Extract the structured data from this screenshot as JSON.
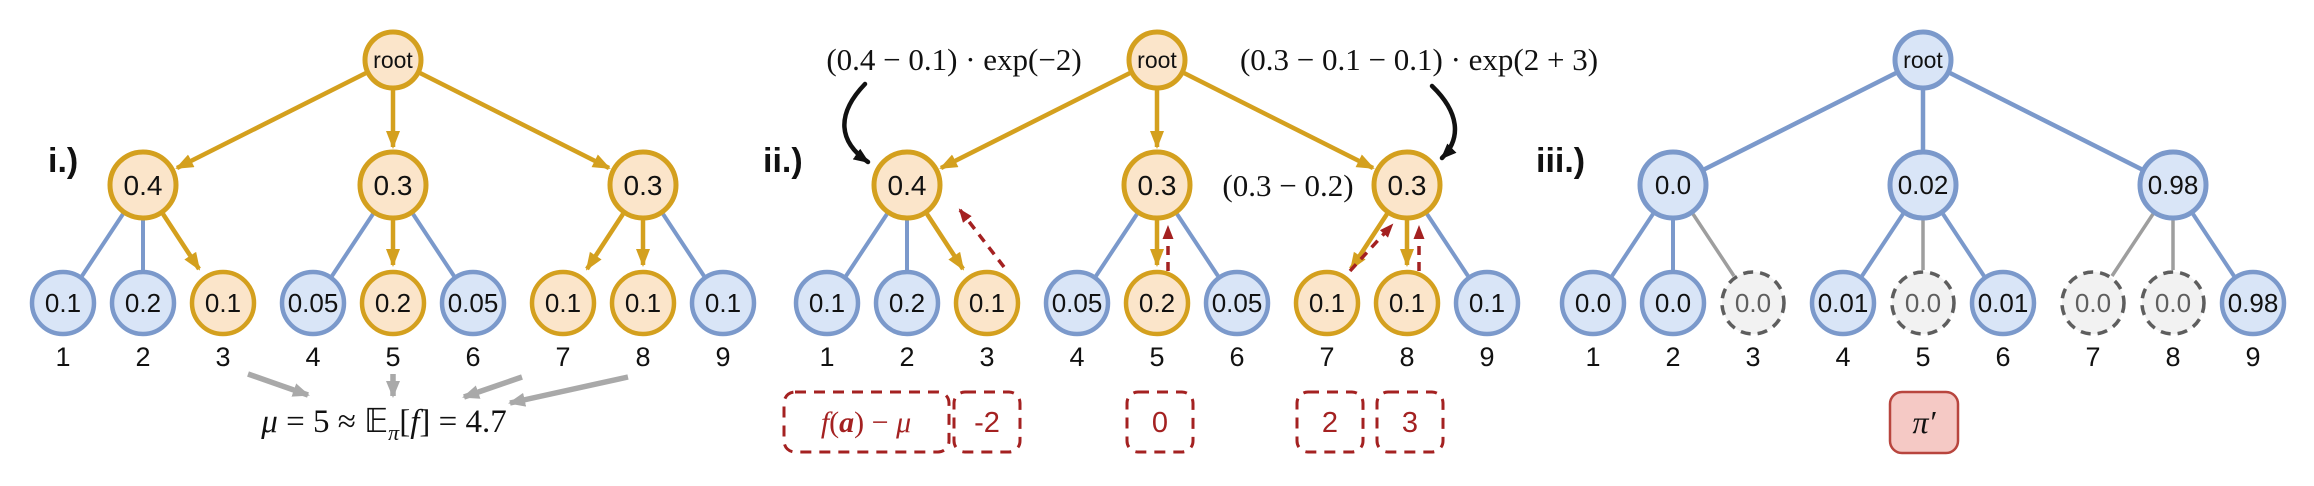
{
  "panels": {
    "i": {
      "label": "i.)",
      "root": "root",
      "mids": [
        "0.4",
        "0.3",
        "0.3"
      ],
      "leaves": [
        "0.1",
        "0.2",
        "0.1",
        "0.05",
        "0.2",
        "0.05",
        "0.1",
        "0.1",
        "0.1"
      ],
      "numbers": [
        "1",
        "2",
        "3",
        "4",
        "5",
        "6",
        "7",
        "8",
        "9"
      ],
      "formula": {
        "mu": "μ",
        "eq": " = 5 ≈ ",
        "E": "𝔼",
        "sub": "π",
        "open": "[",
        "f": "f",
        "rest": "] = 4.7"
      }
    },
    "ii": {
      "label": "ii.)",
      "root": "root",
      "mids": [
        "0.4",
        "0.3",
        "0.3"
      ],
      "leaves": [
        "0.1",
        "0.2",
        "0.1",
        "0.05",
        "0.2",
        "0.05",
        "0.1",
        "0.1",
        "0.1"
      ],
      "numbers": [
        "1",
        "2",
        "3",
        "4",
        "5",
        "6",
        "7",
        "8",
        "9"
      ],
      "annotation_left": "(0.4 − 0.1) · exp(−2)",
      "annotation_right": "(0.3 − 0.1 − 0.1) · exp(2 + 3)",
      "annotation_mid": "(0.3 − 0.2)",
      "row_label": {
        "f": "f",
        "open": "(",
        "a": "a",
        "close": ") − ",
        "mu": "μ"
      },
      "offsets": [
        "-2",
        "0",
        "2",
        "3"
      ]
    },
    "iii": {
      "label": "iii.)",
      "root": "root",
      "mids": [
        "0.0",
        "0.02",
        "0.98"
      ],
      "leaves": [
        "0.0",
        "0.0",
        "0.0",
        "0.01",
        "0.0",
        "0.01",
        "0.0",
        "0.0",
        "0.98"
      ],
      "numbers": [
        "1",
        "2",
        "3",
        "4",
        "5",
        "6",
        "7",
        "8",
        "9"
      ],
      "policy": "π′"
    }
  },
  "colors": {
    "orange_stroke": "#D4A01E",
    "orange_fill": "#FBE5CA",
    "blue_stroke": "#7B99CB",
    "blue_fill": "#D9E5F7",
    "dashed_node_stroke": "#5E5E5E",
    "dashed_node_fill": "#F2F2F2",
    "gray_edge": "#9E9E9E",
    "gray_arrow": "#A9A9A9",
    "red": "#A42121",
    "policy_box_fill": "#F5C9C5",
    "policy_box_stroke": "#B8453E",
    "black": "#111111"
  }
}
